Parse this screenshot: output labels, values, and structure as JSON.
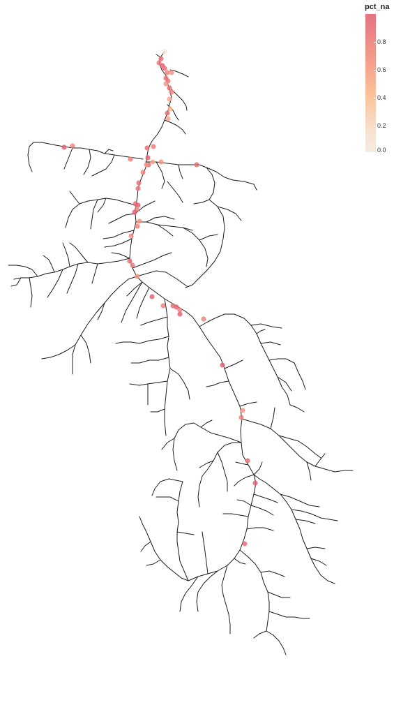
{
  "legend": {
    "title": "pct_na",
    "ticks": [
      "0.8",
      "0.6",
      "0.4",
      "0.2",
      "0.0"
    ],
    "colors": {
      "high": "#e05a6e",
      "mid": "#f7a086",
      "low": "#f4ece4"
    }
  },
  "map": {
    "river_color": "#1a1a1a",
    "point_stats": {
      "value_max": 0.97,
      "value_min": 0.0
    }
  }
}
